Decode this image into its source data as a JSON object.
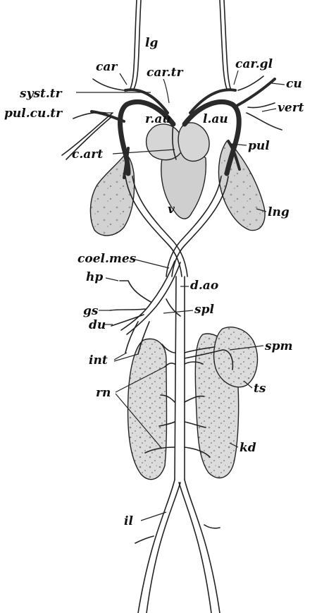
{
  "labels": {
    "lg": "lg",
    "car": "car",
    "car_tr": "car.tr",
    "car_gl": "car.gl",
    "cu": "cu",
    "syst_tr": "syst.tr",
    "pul_cu_tr": "pul.cu.tr",
    "vert": "vert",
    "r_au": "r.au",
    "l_au": "l.au",
    "pul": "pul",
    "c_art": "c.art",
    "v": "v",
    "lng": "lng",
    "coel_mes": "coel.mes",
    "hp": "hp",
    "d_ao": "d.ao",
    "gs": "gs",
    "spl": "spl",
    "du": "du",
    "int": "int",
    "spm": "spm",
    "rn": "rn",
    "ts": "ts",
    "kd": "kd",
    "il": "il"
  },
  "colors": {
    "ink": "#222222",
    "organ_fill": "#d8d8d8",
    "heart_fill": "#cfcfcf",
    "background": "#ffffff"
  }
}
